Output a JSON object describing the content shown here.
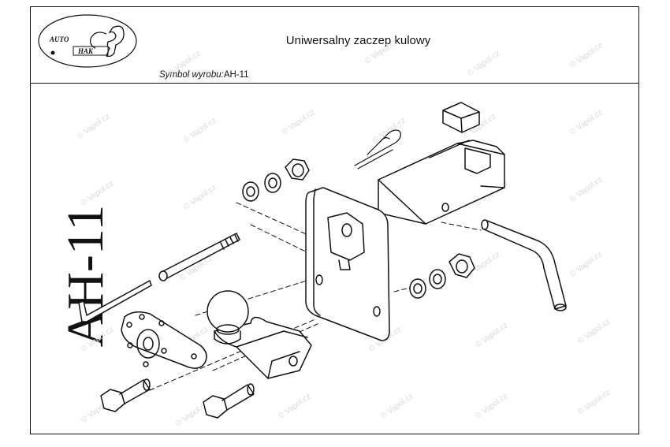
{
  "header": {
    "title": "Uniwersalny zaczep kulowy",
    "symbol_label": "Symbol  wyrobu:",
    "symbol_value": "AH-11"
  },
  "logo": {
    "top_text": "AUTO",
    "bottom_text": "HAK"
  },
  "side_label": "AH-11",
  "watermark": "© Vapol.cz"
}
